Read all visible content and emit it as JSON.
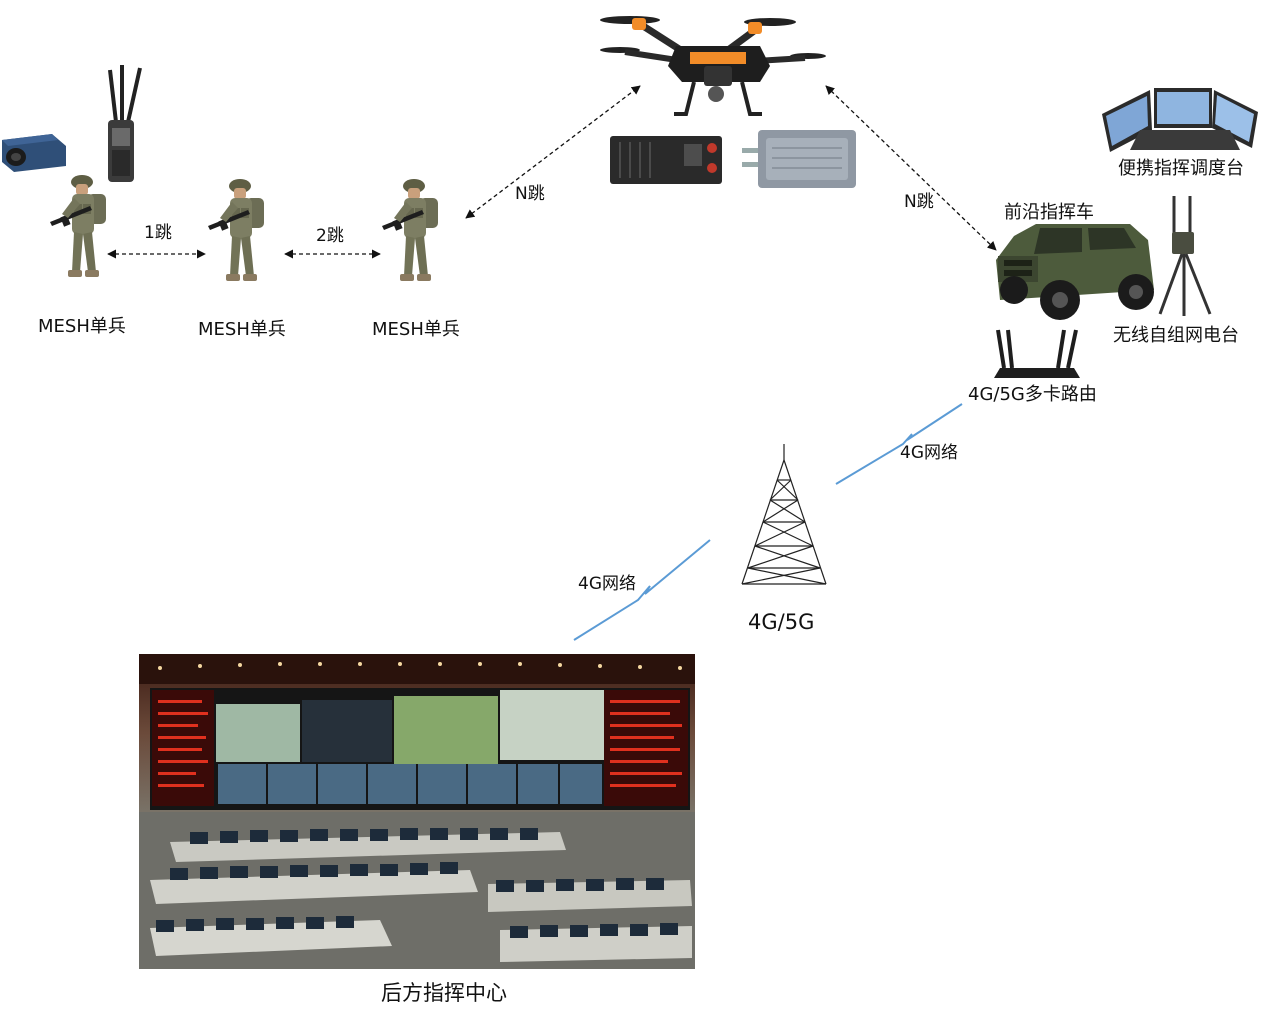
{
  "labels": {
    "soldier_1": "MESH单兵",
    "soldier_2": "MESH单兵",
    "soldier_3": "MESH单兵",
    "hop_1": "1跳",
    "hop_2": "2跳",
    "hop_n_left": "N跳",
    "hop_n_right": "N跳",
    "portable_console": "便携指挥调度台",
    "forward_vehicle": "前沿指挥车",
    "mesh_radio": "无线自组网电台",
    "router": "4G/5G多卡路由",
    "net_right": "4G网络",
    "net_left": "4G网络",
    "tower": "4G/5G",
    "rear_center": "后方指挥中心"
  },
  "colors": {
    "link_blue": "#5b9bd5",
    "dash_black": "#111111",
    "drone_orange": "#f28c28",
    "uniform": "#7d7e63",
    "vehicle_green": "#4d5b3c",
    "led_red": "#e0301e"
  }
}
